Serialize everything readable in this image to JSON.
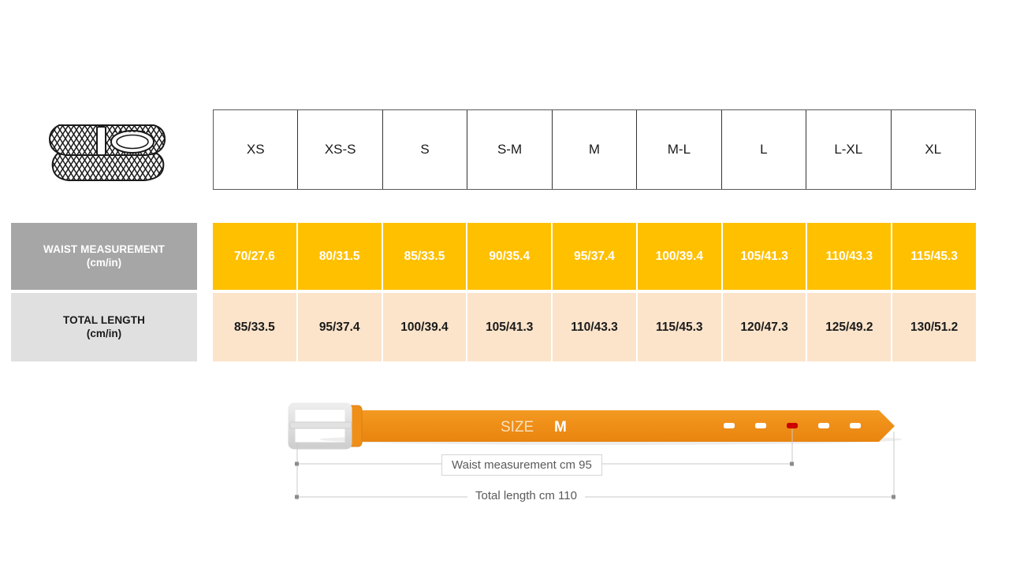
{
  "product": {
    "icon_name": "braided-belt-illustration"
  },
  "size_table": {
    "headers": [
      "XS",
      "XS-S",
      "S",
      "S-M",
      "M",
      "M-L",
      "L",
      "L-XL",
      "XL"
    ]
  },
  "measurements": {
    "waist": {
      "label_line1": "WAIST MEASUREMENT",
      "label_line2": "(cm/in)",
      "values": [
        "70/27.6",
        "80/31.5",
        "85/33.5",
        "90/35.4",
        "95/37.4",
        "100/39.4",
        "105/41.3",
        "110/43.3",
        "115/45.3"
      ]
    },
    "total_length": {
      "label_line1": "TOTAL LENGTH",
      "label_line2": "(cm/in)",
      "values": [
        "85/33.5",
        "95/37.4",
        "100/39.4",
        "105/41.3",
        "110/43.3",
        "115/45.3",
        "120/47.3",
        "125/49.2",
        "130/51.2"
      ]
    }
  },
  "diagram": {
    "size_word": "SIZE",
    "size_value": "M",
    "waist_dimension": "Waist measurement cm 95",
    "length_dimension": "Total length cm 110",
    "holes_count": 5,
    "active_hole_index": 2
  },
  "colors": {
    "waist_row_bg": "#ffc000",
    "length_row_bg": "#fce4cb",
    "waist_label_bg": "#a6a6a6",
    "length_label_bg": "#e0e0e0",
    "belt_orange": "#ef8f18",
    "active_hole": "#cc0000",
    "buckle_gray": "#dcdcdc",
    "table_border": "#333333"
  }
}
